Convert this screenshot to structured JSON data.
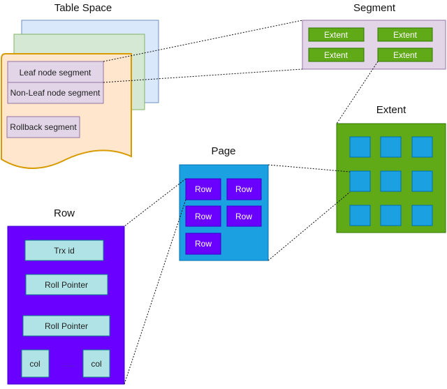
{
  "colors": {
    "tablespace_blue": "#dae8fc",
    "tablespace_green": "#d5e8d4",
    "tablespace_orange": "#ffe6cc",
    "tablespace_border": "#d79b00",
    "segment_fill": "#e1d5e7",
    "segment_border": "#9673a6",
    "extent_green": "#60a917",
    "page_blue": "#1ba1e2",
    "row_purple": "#6a00ff",
    "row_field": "#b0e3e6"
  },
  "table_space": {
    "title": "Table Space",
    "segments": [
      "Leaf node segment",
      "Non-Leaf node segment",
      "Rollback segment"
    ]
  },
  "segment": {
    "title": "Segment",
    "extents": [
      "Extent",
      "Extent",
      "Extent",
      "Extent"
    ]
  },
  "extent": {
    "title": "Extent",
    "page_count": 9
  },
  "page": {
    "title": "Page",
    "rows": [
      "Row",
      "Row",
      "Row",
      "Row",
      "Row"
    ]
  },
  "row": {
    "title": "Row",
    "fields": [
      "Trx id",
      "Roll Pointer",
      "Roll Pointer"
    ],
    "cols": [
      "col",
      "col"
    ],
    "ellipsis": "......"
  }
}
